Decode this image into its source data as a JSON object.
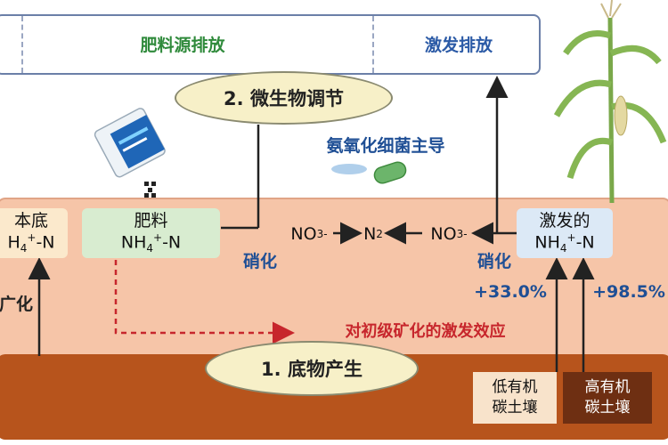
{
  "top": {
    "fertilizer_emission": "肥料源排放",
    "primed_emission": "激发排放"
  },
  "microbe": {
    "title": "2. 微生物调节",
    "aob_dominant": "氨氧化细菌主导"
  },
  "substrate": {
    "title": "1. 底物产生"
  },
  "boxes": {
    "fertilizer": {
      "line1": "肥料",
      "line2_prefix": "NH",
      "line2_sub": "4",
      "line2_sup": "+",
      "line2_suffix": "-N"
    },
    "base": {
      "line1": "本底",
      "line2_prefix": "H",
      "line2_sub": "4",
      "line2_sup": "+",
      "line2_suffix": "-N"
    },
    "primed": {
      "line1": "激发的",
      "line2_prefix": "NH",
      "line2_sub": "4",
      "line2_sup": "+",
      "line2_suffix": "-N"
    }
  },
  "process": {
    "nitrification": "硝化",
    "mineralization_partial": "广化",
    "priming_effect": "对初级矿化的激发效应",
    "no3": {
      "base": "NO",
      "sub": "3",
      "sup": "-"
    },
    "n2": {
      "base": "N",
      "sub": "2"
    }
  },
  "percent": {
    "low": "+33.0%",
    "high": "+98.5%"
  },
  "soils": {
    "low_line1": "低有机",
    "low_line2": "碳土壤",
    "high_line1": "高有机",
    "high_line2": "碳土壤"
  },
  "colors": {
    "soil_upper": "#f6c5a8",
    "soil_lower": "#b7541c",
    "fertilizer_green": "#2f8a3b",
    "primed_blue": "#2b5aa6",
    "effect_red": "#c7262c"
  },
  "icons": [
    "fertilizer-bag-icon",
    "bacteria-icon",
    "corn-plant-icon"
  ]
}
